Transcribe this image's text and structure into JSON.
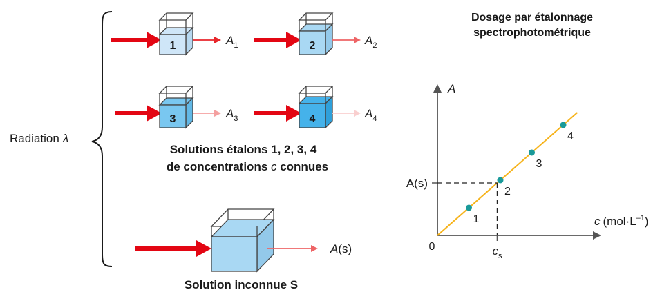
{
  "radiation_label": "Radiation",
  "lambda_symbol": "λ",
  "standards": [
    {
      "label": "1",
      "absorbance_name": "A",
      "absorbance_sub": "1",
      "fill": "#cfe6f8",
      "out_arrow": "#e8262b"
    },
    {
      "label": "2",
      "absorbance_name": "A",
      "absorbance_sub": "2",
      "fill": "#a9d8f3",
      "out_arrow": "#ee6466"
    },
    {
      "label": "3",
      "absorbance_name": "A",
      "absorbance_sub": "3",
      "fill": "#79c7f0",
      "out_arrow": "#f4a0a0"
    },
    {
      "label": "4",
      "absorbance_name": "A",
      "absorbance_sub": "4",
      "fill": "#45b2ea",
      "out_arrow": "#f9cfcf"
    }
  ],
  "standards_caption_line1": "Solutions étalons 1, 2, 3, 4",
  "standards_caption_line2_pre": "de concentrations ",
  "standards_caption_line2_c": "c",
  "standards_caption_line2_post": " connues",
  "unknown_absorbance": "A",
  "unknown_absorbance_paren": "(s)",
  "unknown_caption": "Solution inconnue S",
  "graph_title_line1": "Dosage par étalonnage",
  "graph_title_line2": "spectrophotométrique",
  "colors": {
    "arrow_in": "#e30613",
    "line": "#f6b31b",
    "points": "#1a9a9a",
    "axis": "#555555",
    "unknown_fill": "#a9d8f3"
  },
  "chart_data": {
    "type": "line",
    "xlabel_symbol": "c",
    "xlabel_unit": "(mol·L",
    "xlabel_exp": "–1",
    "xlabel_close": ")",
    "ylabel": "A",
    "origin_label": "0",
    "x_marker_symbol": "c",
    "x_marker_sub": "s",
    "y_marker_label": "A(s)",
    "points": [
      {
        "label": "1",
        "x": 1.0,
        "y": 1.0
      },
      {
        "label": "2",
        "x": 2.0,
        "y": 2.0
      },
      {
        "label": "3",
        "x": 3.0,
        "y": 3.0
      },
      {
        "label": "4",
        "x": 4.0,
        "y": 4.0
      }
    ],
    "unknown": {
      "x": 1.9,
      "y": 1.9
    },
    "xlim": [
      0,
      5.4
    ],
    "ylim": [
      0,
      5.0
    ],
    "grid": false
  }
}
